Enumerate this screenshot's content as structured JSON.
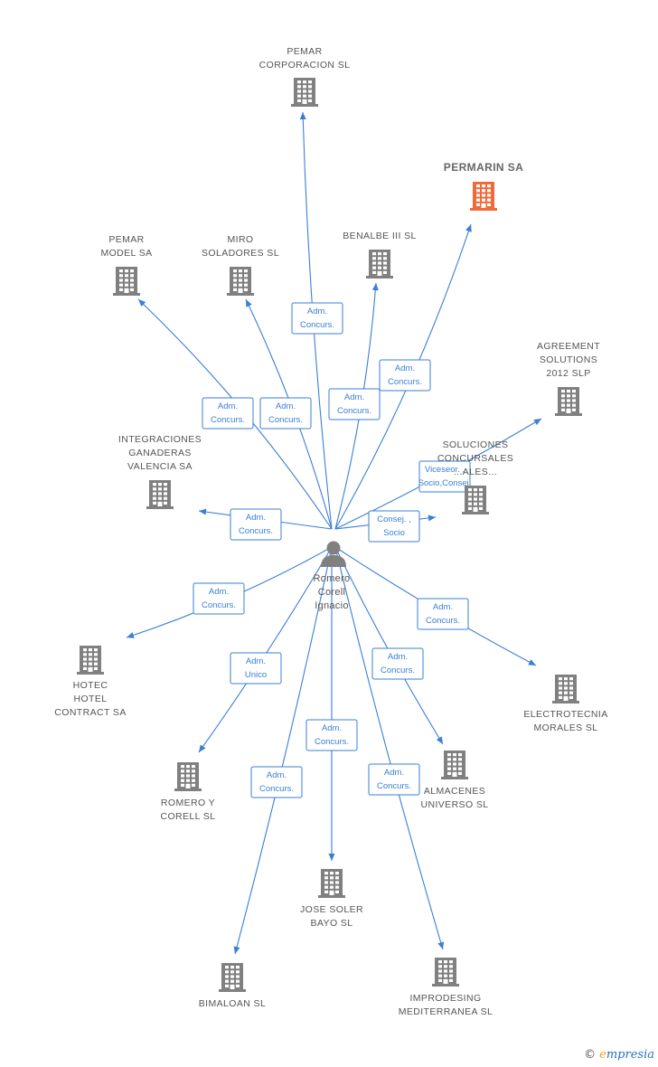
{
  "center": {
    "label_lines": [
      "Romero",
      "Corell",
      "Ignacio"
    ],
    "icon": "person-icon"
  },
  "companies": [
    {
      "id": "pemar-corporacion",
      "lines": [
        "PEMAR",
        "CORPORACION SL"
      ],
      "highlight": false
    },
    {
      "id": "permarin",
      "lines": [
        "PERMARIN SA"
      ],
      "highlight": true
    },
    {
      "id": "pemar-model",
      "lines": [
        "PEMAR",
        "MODEL SA"
      ],
      "highlight": false
    },
    {
      "id": "miro-soladores",
      "lines": [
        "MIRO",
        "SOLADORES SL"
      ],
      "highlight": false
    },
    {
      "id": "benalbe",
      "lines": [
        "BENALBE III SL"
      ],
      "highlight": false
    },
    {
      "id": "agreement",
      "lines": [
        "AGREEMENT",
        "SOLUTIONS",
        "2012 SLP"
      ],
      "highlight": false
    },
    {
      "id": "integraciones",
      "lines": [
        "INTEGRACIONES",
        "GANADERAS",
        "VALENCIA SA"
      ],
      "highlight": false
    },
    {
      "id": "soluciones",
      "lines": [
        "SOLUCIONES",
        "CONCURSALES",
        "...ALES..."
      ],
      "highlight": false
    },
    {
      "id": "hotec",
      "lines": [
        "HOTEC",
        "HOTEL",
        "CONTRACT SA"
      ],
      "highlight": false
    },
    {
      "id": "electrotecnia",
      "lines": [
        "ELECTROTECNIA",
        "MORALES SL"
      ],
      "highlight": false
    },
    {
      "id": "romero-corell",
      "lines": [
        "ROMERO Y",
        "CORELL SL"
      ],
      "highlight": false
    },
    {
      "id": "almacenes",
      "lines": [
        "ALMACENES",
        "UNIVERSO SL"
      ],
      "highlight": false
    },
    {
      "id": "jose-soler",
      "lines": [
        "JOSE SOLER",
        "BAYO SL"
      ],
      "highlight": false
    },
    {
      "id": "bimaloan",
      "lines": [
        "BIMALOAN  SL"
      ],
      "highlight": false
    },
    {
      "id": "improdesing",
      "lines": [
        "IMPRODESING",
        "MEDITERRANEA SL"
      ],
      "highlight": false
    }
  ],
  "relations": [
    {
      "to": "pemar-corporacion",
      "lines": [
        "Adm.",
        "Concurs."
      ]
    },
    {
      "to": "permarin",
      "lines": [
        "Adm.",
        "Concurs."
      ]
    },
    {
      "to": "pemar-model",
      "lines": [
        "Adm.",
        "Concurs."
      ]
    },
    {
      "to": "miro-soladores",
      "lines": [
        "Adm.",
        "Concurs."
      ]
    },
    {
      "to": "benalbe",
      "lines": [
        "Adm.",
        "Concurs."
      ]
    },
    {
      "to": "agreement",
      "lines": [
        "Viceseor. ,",
        "Socio,Consej."
      ]
    },
    {
      "to": "integraciones",
      "lines": [
        "Adm.",
        "Concurs."
      ]
    },
    {
      "to": "soluciones",
      "lines": [
        "Consej. ,",
        "Socio"
      ]
    },
    {
      "to": "hotec",
      "lines": [
        "Adm.",
        "Concurs."
      ]
    },
    {
      "to": "electrotecnia",
      "lines": [
        "Adm.",
        "Concurs."
      ]
    },
    {
      "to": "romero-corell",
      "lines": [
        "Adm.",
        "Unico"
      ]
    },
    {
      "to": "almacenes",
      "lines": [
        "Adm.",
        "Concurs."
      ]
    },
    {
      "to": "jose-soler",
      "lines": [
        "Adm.",
        "Concurs."
      ]
    },
    {
      "to": "bimaloan",
      "lines": [
        "Adm.",
        "Concurs."
      ]
    },
    {
      "to": "improdesing",
      "lines": [
        "Adm.",
        "Concurs."
      ]
    }
  ],
  "colors": {
    "edge": "#3a7fd5",
    "building": "#808080",
    "building_highlight": "#f26a3a"
  },
  "brand": {
    "copyright": "©",
    "initial": "e",
    "rest": "mpresia"
  }
}
